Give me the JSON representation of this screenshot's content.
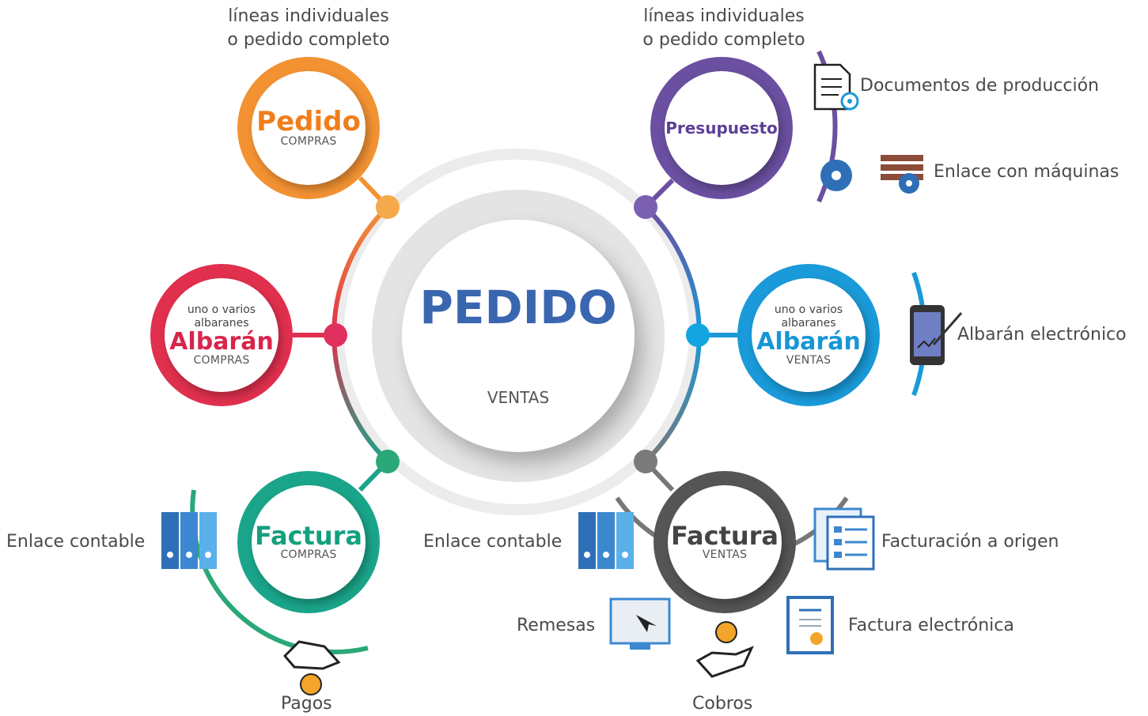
{
  "center": {
    "title": "PEDIDO",
    "subtitle": "VENTAS"
  },
  "nodes": {
    "pedido_compras": {
      "title": "Pedido",
      "subtitle": "COMPRAS",
      "note_line1": "líneas individuales",
      "note_line2": "o pedido completo",
      "color": "#f39233"
    },
    "presupuesto": {
      "title": "Presupuesto",
      "note_line1": "líneas individuales",
      "note_line2": "o pedido completo",
      "color": "#6b4fa0"
    },
    "albaran_compras": {
      "pre1": "uno o varios",
      "pre2": "albaranes",
      "title": "Albarán",
      "subtitle": "COMPRAS",
      "color": "#e0304e"
    },
    "albaran_ventas": {
      "pre1": "uno o varios",
      "pre2": "albaranes",
      "title": "Albarán",
      "subtitle": "VENTAS",
      "color": "#1a9ad9"
    },
    "factura_compras": {
      "title": "Factura",
      "subtitle": "COMPRAS",
      "color": "#1aa58a"
    },
    "factura_ventas": {
      "title": "Factura",
      "subtitle": "VENTAS",
      "color": "#555555"
    }
  },
  "labels": {
    "documentos_produccion": "Documentos de producción",
    "enlace_maquinas": "Enlace con máquinas",
    "albaran_electronico": "Albarán electrónico",
    "enlace_contable_left": "Enlace contable",
    "enlace_contable_right": "Enlace contable",
    "pagos": "Pagos",
    "remesas": "Remesas",
    "cobros": "Cobros",
    "facturacion_origen": "Facturación a origen",
    "factura_electronica": "Factura electrónica"
  }
}
